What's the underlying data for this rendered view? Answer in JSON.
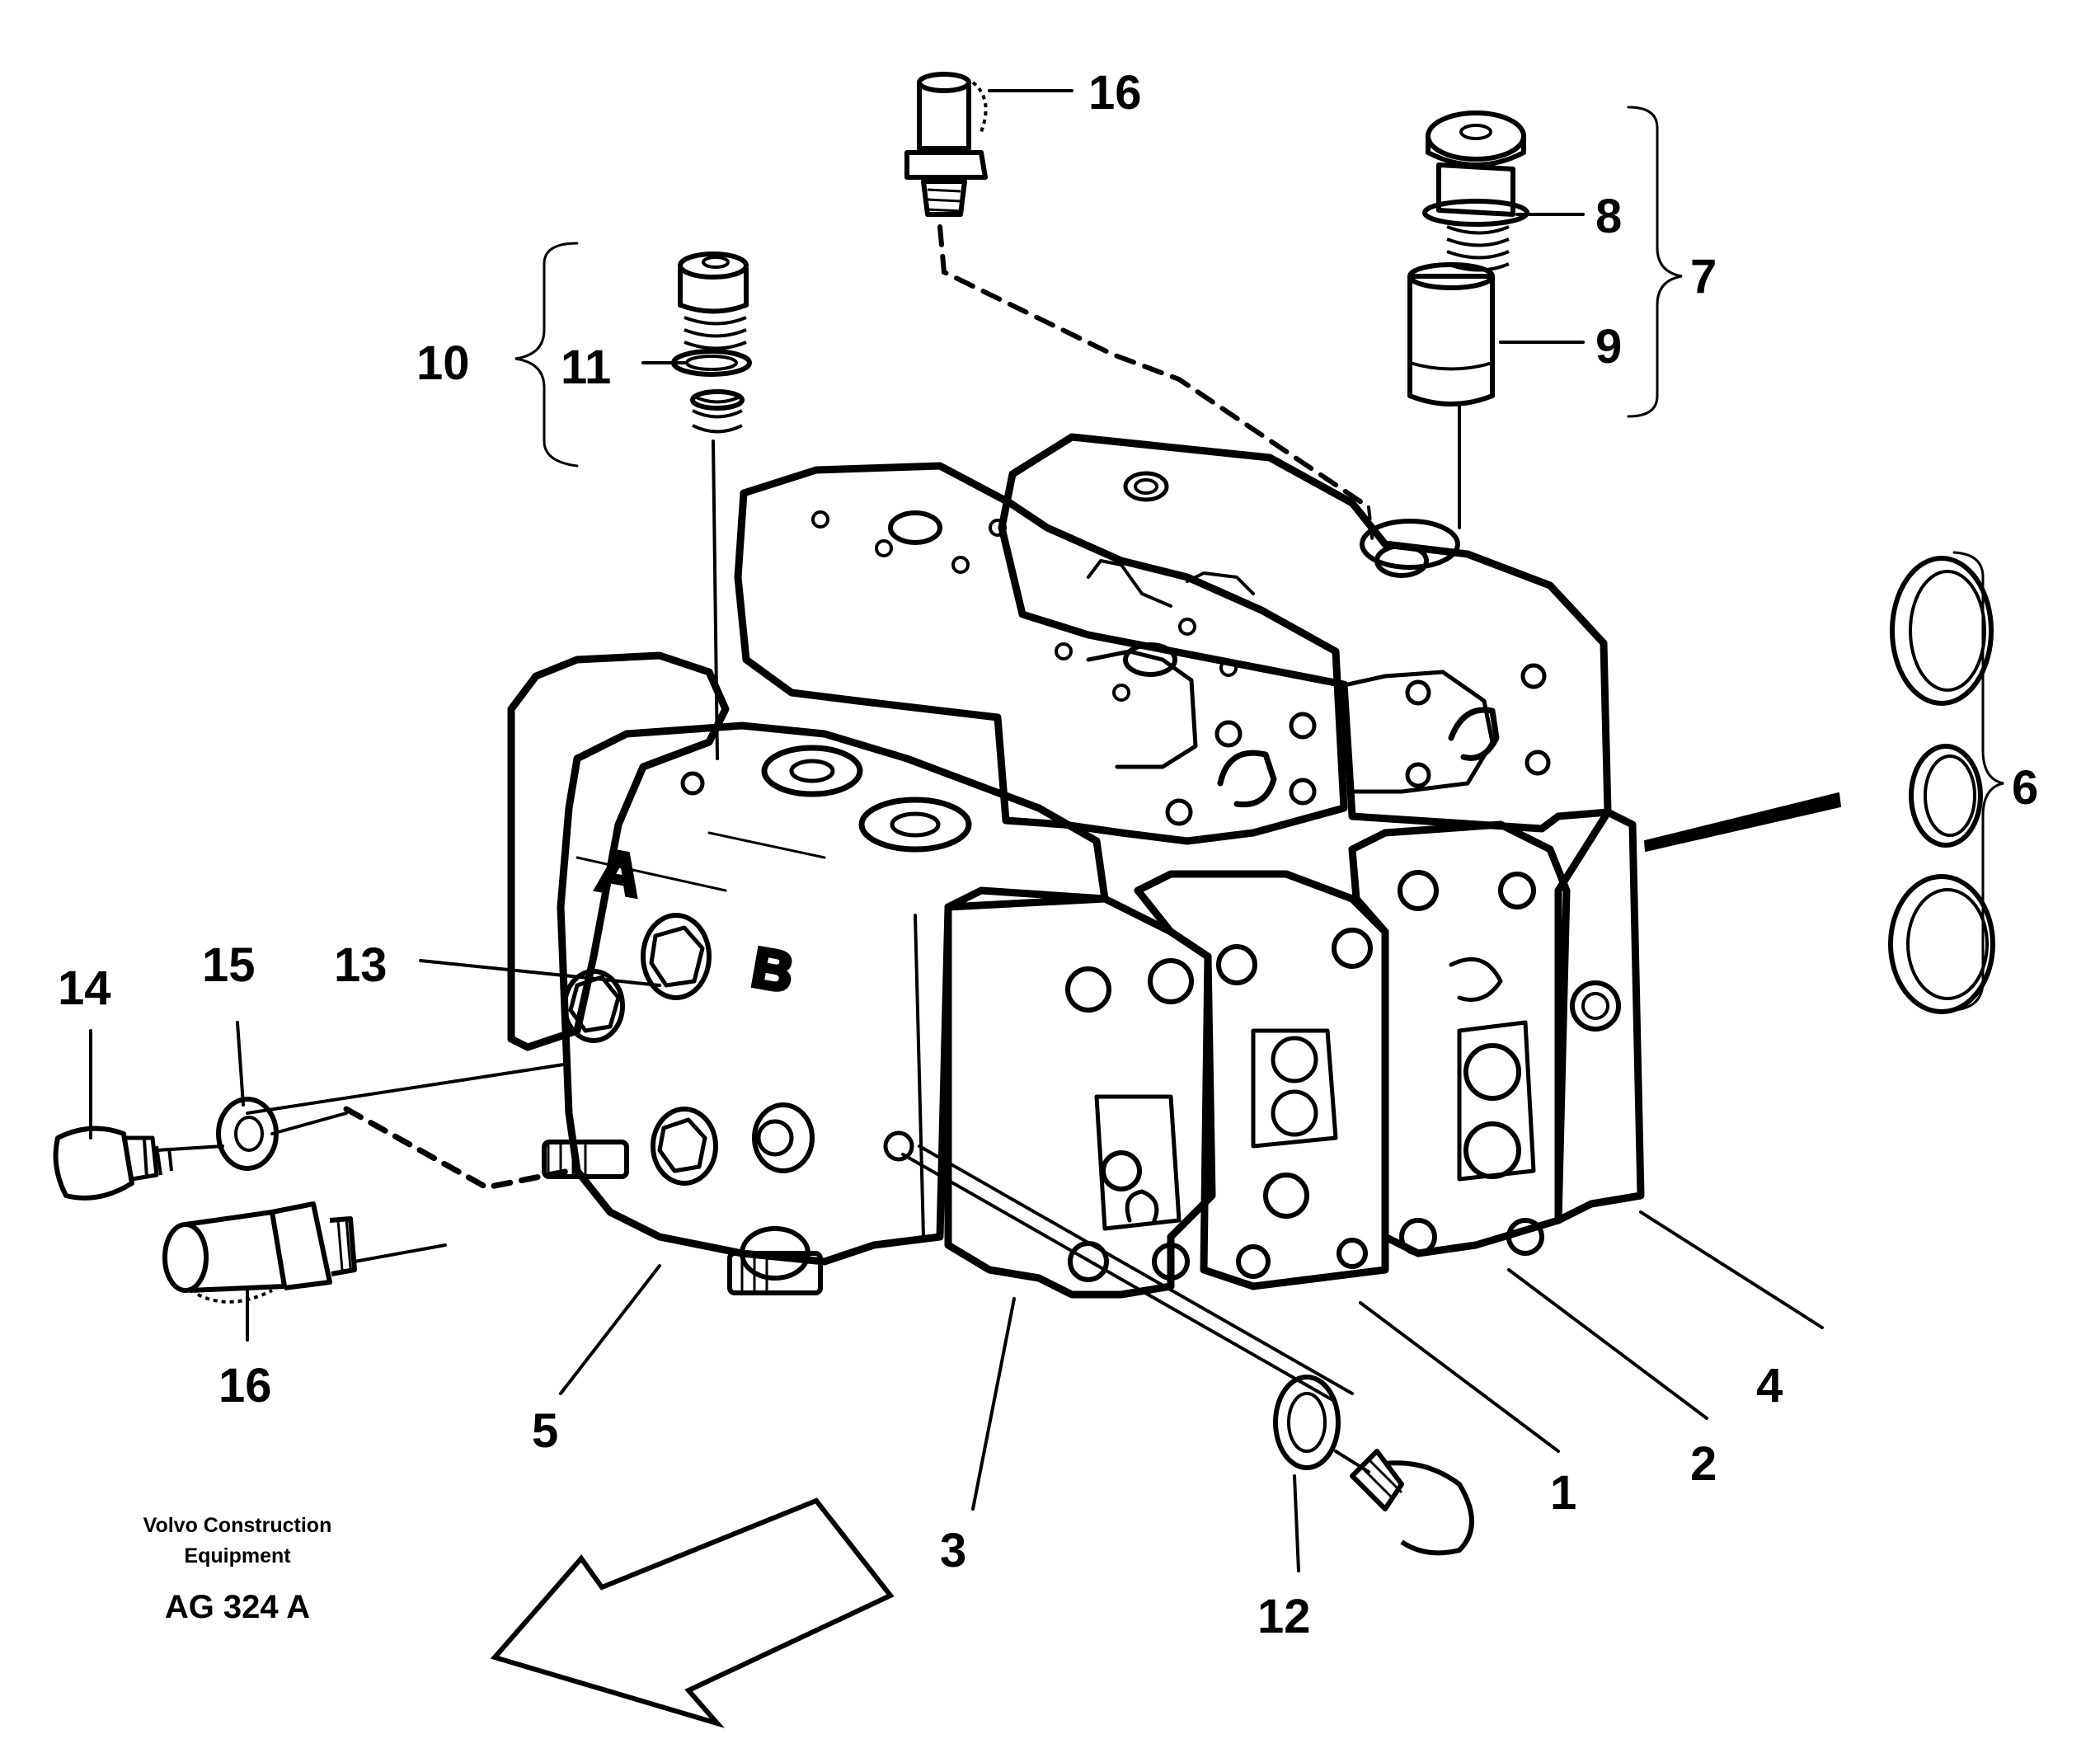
{
  "callouts": {
    "c16_top": "16",
    "c8": "8",
    "c7": "7",
    "c9": "9",
    "c10": "10",
    "c11": "11",
    "c6": "6",
    "c14": "14",
    "c15": "15",
    "c13": "13",
    "c16_bottom": "16",
    "c5": "5",
    "c3": "3",
    "c12": "12",
    "c1": "1",
    "c2": "2",
    "c4": "4"
  },
  "body_letters": {
    "a": "A",
    "b": "B"
  },
  "caption": {
    "line1": "Volvo Construction",
    "line2": "Equipment",
    "code": "AG 324 A"
  },
  "icons": [
    "front-direction-arrow-icon"
  ]
}
